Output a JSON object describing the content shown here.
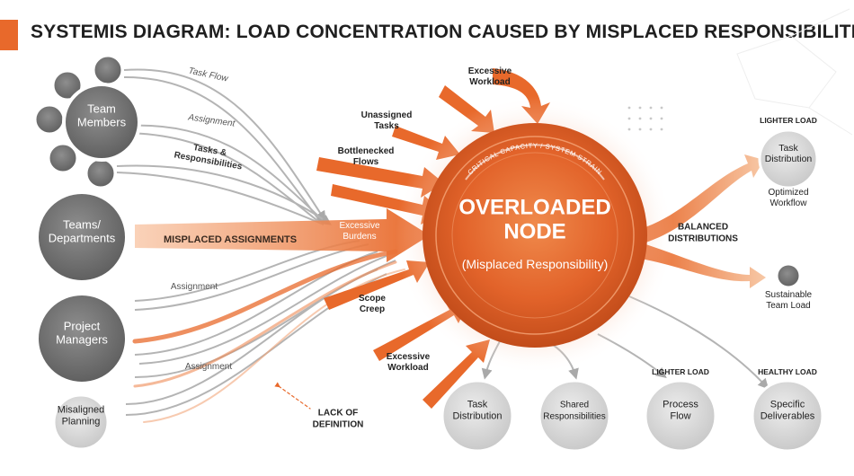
{
  "title": "SYSTEMIS DIAGRAM: LOAD CONCENTRATION CAUSED BY MISPLACED RESPONSIBILITIES",
  "colors": {
    "accent": "#e8692b",
    "accent_dark": "#c9501a",
    "node_gray": "#7a7a7a",
    "node_light": "#d6d6d6",
    "text": "#222222"
  },
  "sources": {
    "team_members": "Team\nMembers",
    "teams": "Teams/\nDepartments",
    "project_managers": "Project\nManagers",
    "misaligned": "Misaligned\nPlanning"
  },
  "flow_labels": {
    "task_flow": "Task Flow",
    "assignment_1": "Assignment",
    "tasks_responsibilities": "Tasks &\nResponsibilities",
    "misplaced": "MISPLACED ASSIGNMENTS",
    "assignment_2": "Assignment",
    "assignment_3": "Assignment",
    "lack_of_definition": "LACK OF\nDEFINITION"
  },
  "inflows": {
    "excessive_workload_top": "Excessive\nWorkload",
    "unassigned": "Unassigned\nTasks",
    "bottlenecked": "Bottlenecked\nFlows",
    "excessive_burdens": "Excessive\nBurdens",
    "scope_creep": "Scope\nCreep",
    "excessive_workload_bottom": "Excessive\nWorkload"
  },
  "core": {
    "arc_label": "CRITICAL CAPACITY / SYSTEM STRAIN",
    "title": "OVERLOADED\nNODE",
    "subtitle": "(Misplaced Responsibility)"
  },
  "outputs": {
    "lighter_load_top": "LIGHTER LOAD",
    "task_distribution_right": "Task\nDistribution",
    "optimized": "Optimized\nWorkflow",
    "balanced": "BALANCED\nDISTRIBUTIONS",
    "sustainable": "Sustainable\nTeam Load",
    "task_distribution": "Task\nDistribution",
    "shared": "Shared\nResponsibilities",
    "lighter_load_bottom": "LIGHTER LOAD",
    "process_flow": "Process\nFlow",
    "healthy_load": "HEALTHY LOAD",
    "specific": "Specific\nDeliverables"
  }
}
